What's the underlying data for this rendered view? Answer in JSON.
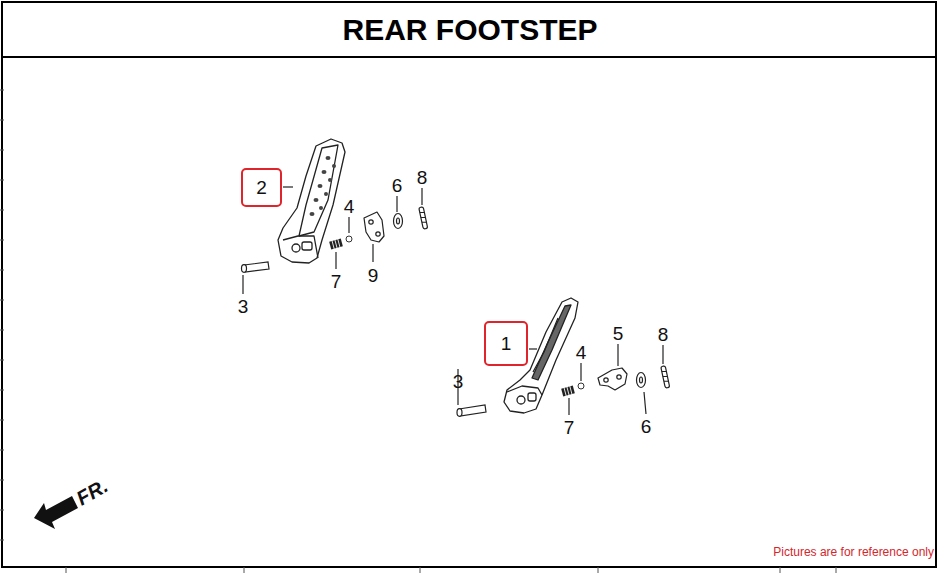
{
  "diagram": {
    "title": "REAR FOOTSTEP",
    "nodes": [
      {
        "text": [
          "2"
        ]
      },
      {
        "text": [
          "1"
        ]
      }
    ],
    "labels": [
      "6",
      "8",
      "4",
      "7",
      "9",
      "3",
      "5",
      "8",
      "4",
      "3",
      "7",
      "6",
      "FR.",
      "Pictures are for reference only"
    ]
  }
}
